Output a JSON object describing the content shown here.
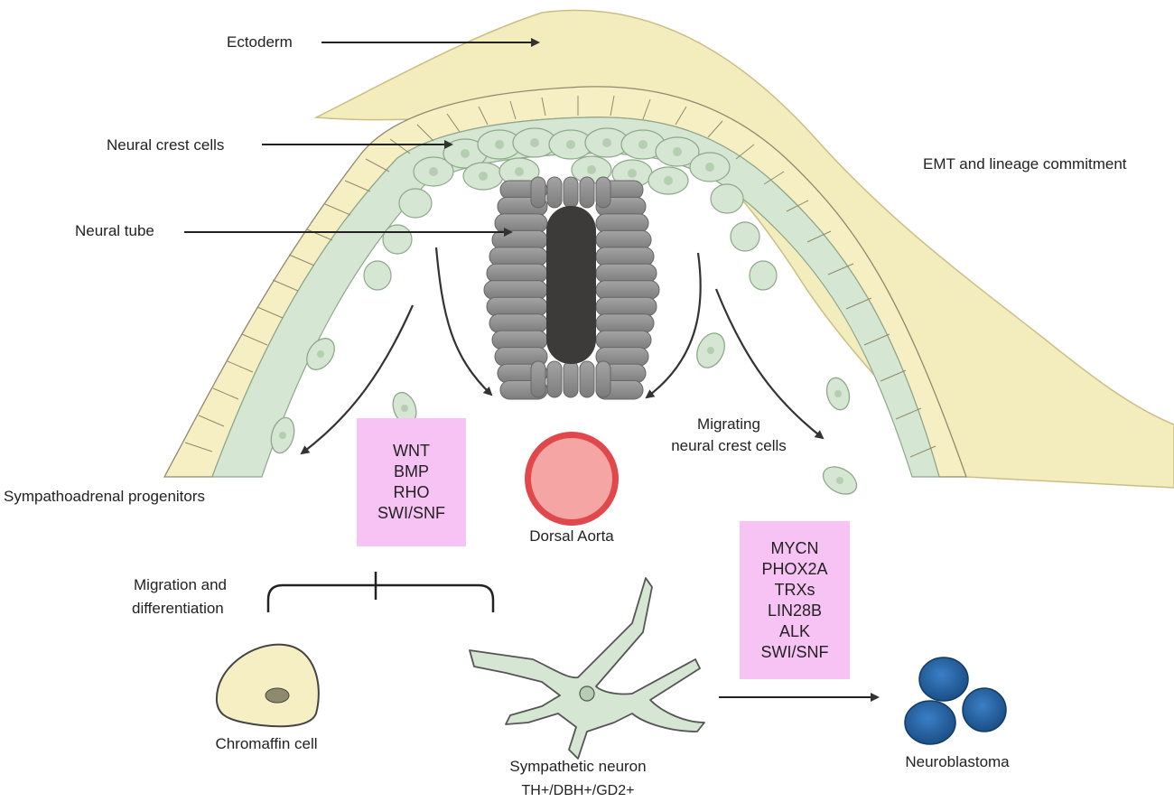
{
  "labels": {
    "ectoderm": "Ectoderm",
    "neural_crest_cells": "Neural crest cells",
    "neural_tube": "Neural tube",
    "emt": "EMT and lineage commitment",
    "migrating_line1": "Migrating",
    "migrating_line2": "neural crest cells",
    "sympathoadrenal": "Sympathoadrenal progenitors",
    "dorsal_aorta": "Dorsal Aorta",
    "migration_line1": "Migration and",
    "migration_line2": "differentiation",
    "chromaffin": "Chromaffin cell",
    "sympathetic_neuron": "Sympathetic neuron",
    "markers": "TH+/DBH+/GD2+",
    "neuroblastoma": "Neuroblastoma"
  },
  "factor_box_left": [
    "WNT",
    "BMP",
    "RHO",
    "SWI/SNF"
  ],
  "factor_box_right": [
    "MYCN",
    "PHOX2A",
    "TRXs",
    "LIN28B",
    "ALK",
    "SWI/SNF"
  ],
  "colors": {
    "ectoderm": "#f3ecbc",
    "ectoderm_cells": "#f6efc4",
    "neural_crest": "#d5e6d2",
    "neural_tube": "#8f8f8f",
    "neural_tube_lumen": "#3d3b39",
    "aorta_outer": "#e0484b",
    "aorta_inner": "#f5a5a3",
    "factor_box": "#f7c2f4",
    "neuroblastoma": "#2f6fb0"
  }
}
